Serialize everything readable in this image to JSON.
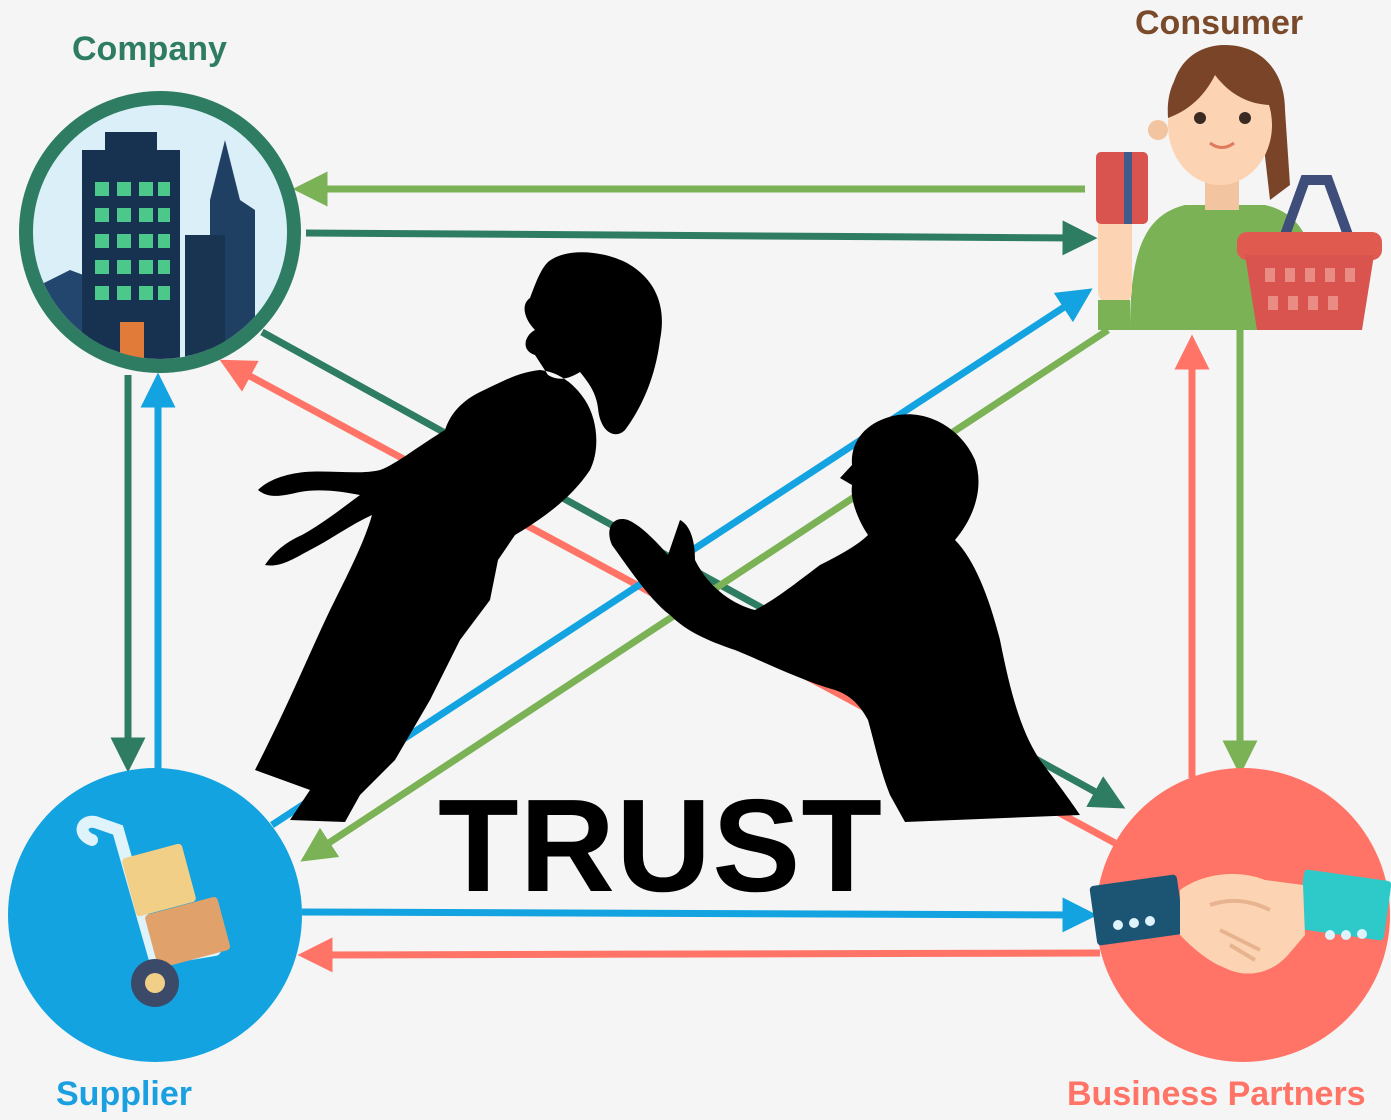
{
  "nodes": {
    "company": {
      "label": "Company",
      "color": "#2e7d62"
    },
    "consumer": {
      "label": "Consumer",
      "color": "#7a4a2a"
    },
    "supplier": {
      "label": "Supplier",
      "color": "#1a9fe0"
    },
    "partners": {
      "label": "Business Partners",
      "color": "#ff7466"
    }
  },
  "center_text": "TRUST",
  "arrow_colors": {
    "company": "#2e7d62",
    "consumer": "#7cb256",
    "supplier": "#13a3e0",
    "partners": "#ff7466"
  },
  "illustration": "silhouette of a woman falling backwards into the arms of a kneeling man"
}
